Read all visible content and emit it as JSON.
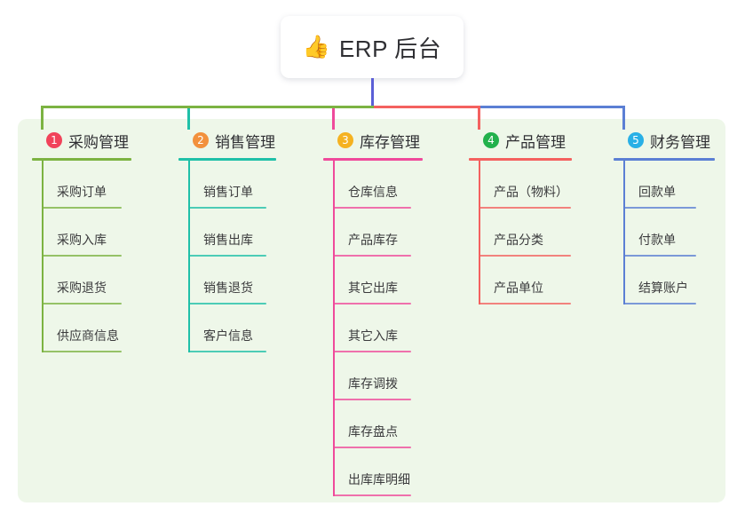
{
  "diagram": {
    "type": "mind-map",
    "background": "#ffffff",
    "panel_color": "#eef7e9",
    "root": {
      "icon": "thumbs-up-icon",
      "emoji": "👍",
      "label": "ERP 后台",
      "stem_color": "#5b5fd6"
    },
    "branches": [
      {
        "index": "1",
        "badge_color": "#f1435a",
        "line_color": "#7cb342",
        "title": "采购管理",
        "children": [
          {
            "label": "采购订单"
          },
          {
            "label": "采购入库"
          },
          {
            "label": "采购退货"
          },
          {
            "label": "供应商信息"
          }
        ]
      },
      {
        "index": "2",
        "badge_color": "#f2913d",
        "line_color": "#1fc0a8",
        "title": "销售管理",
        "children": [
          {
            "label": "销售订单"
          },
          {
            "label": "销售出库"
          },
          {
            "label": "销售退货"
          },
          {
            "label": "客户信息"
          }
        ]
      },
      {
        "index": "3",
        "badge_color": "#f5b221",
        "line_color": "#ef4a9b",
        "title": "库存管理",
        "children": [
          {
            "label": "仓库信息"
          },
          {
            "label": "产品库存"
          },
          {
            "label": "其它出库"
          },
          {
            "label": "其它入库"
          },
          {
            "label": "库存调拨"
          },
          {
            "label": "库存盘点"
          },
          {
            "label": "出库库明细"
          }
        ]
      },
      {
        "index": "4",
        "badge_color": "#22b14c",
        "line_color": "#f4615f",
        "title": "产品管理",
        "children": [
          {
            "label": "产品（物料）"
          },
          {
            "label": "产品分类"
          },
          {
            "label": "产品单位"
          }
        ]
      },
      {
        "index": "5",
        "badge_color": "#29b0e6",
        "line_color": "#5b7fd4",
        "title": "财务管理",
        "children": [
          {
            "label": "回款单"
          },
          {
            "label": "付款单"
          },
          {
            "label": "结算账户"
          }
        ]
      }
    ]
  }
}
